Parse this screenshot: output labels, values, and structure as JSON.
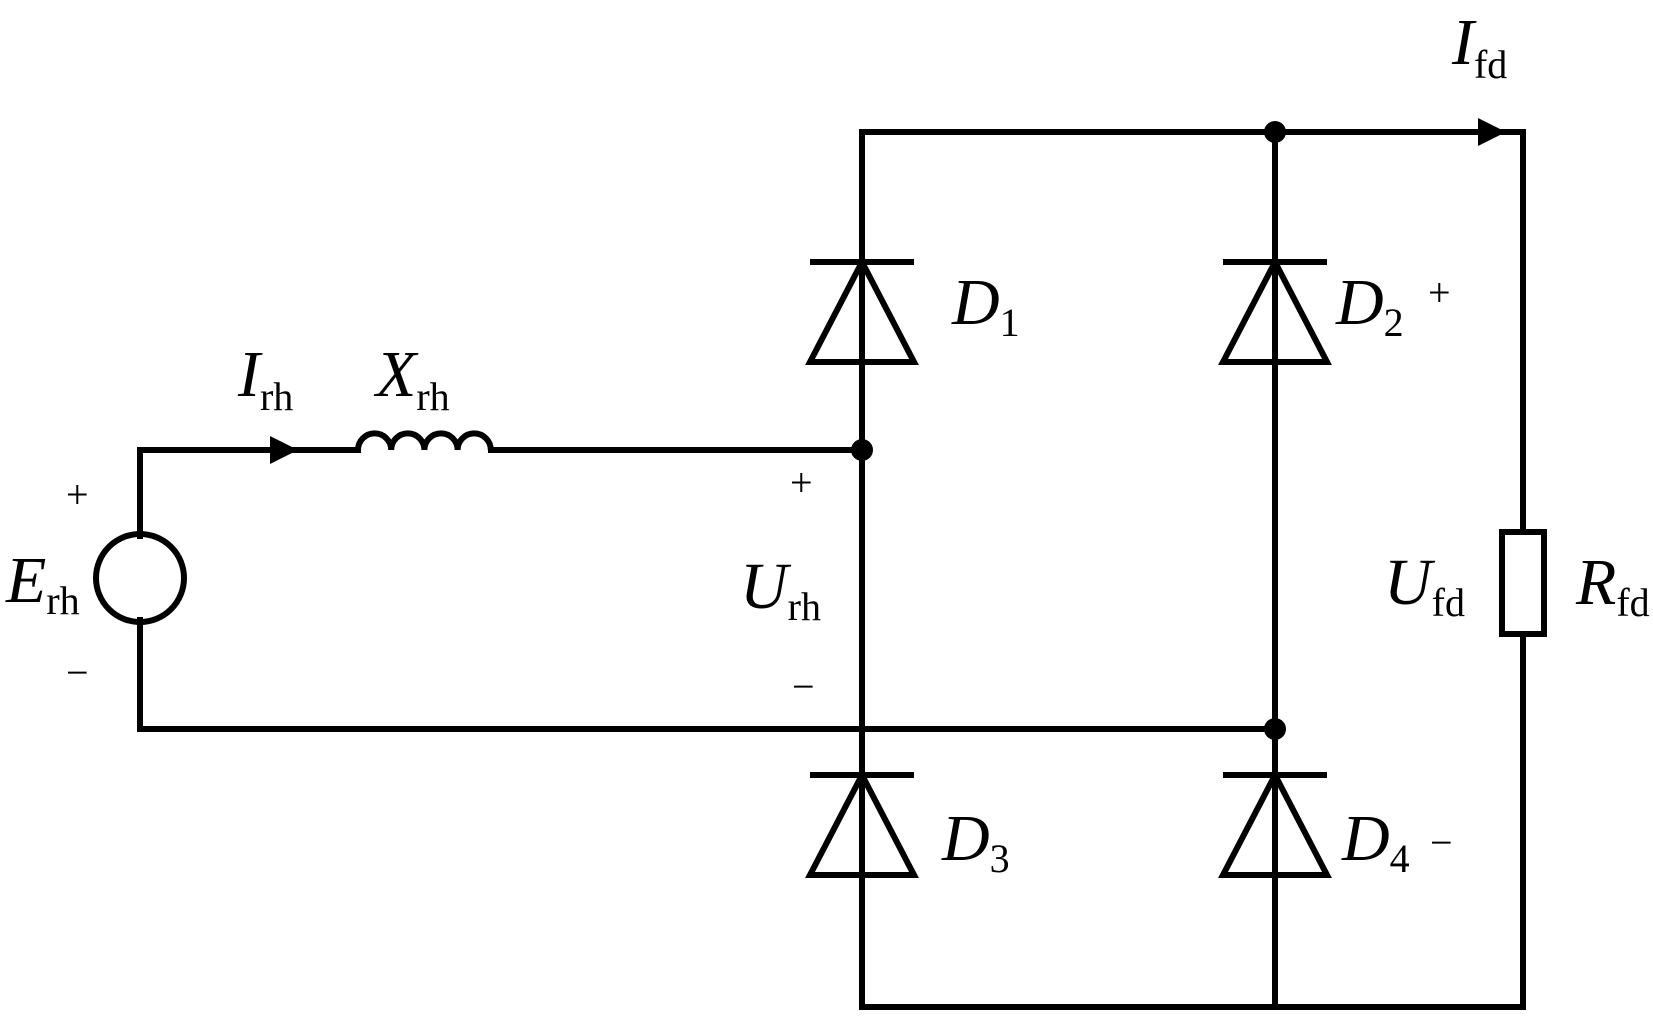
{
  "labels": {
    "source": {
      "main": "E",
      "sub": "rh"
    },
    "source_current": {
      "main": "I",
      "sub": "rh"
    },
    "reactance": {
      "main": "X",
      "sub": "rh"
    },
    "rectifier_input_voltage": {
      "main": "U",
      "sub": "rh"
    },
    "output_current": {
      "main": "I",
      "sub": "fd"
    },
    "output_voltage": {
      "main": "U",
      "sub": "fd"
    },
    "load_resistance": {
      "main": "R",
      "sub": "fd"
    },
    "diode_1": {
      "main": "D",
      "sub": "1"
    },
    "diode_2": {
      "main": "D",
      "sub": "2"
    },
    "diode_3": {
      "main": "D",
      "sub": "3"
    },
    "diode_4": {
      "main": "D",
      "sub": "4"
    }
  },
  "polarity": {
    "source_plus": "+",
    "source_minus": "−",
    "urh_plus": "+",
    "urh_minus": "−",
    "ufd_plus": "+",
    "ufd_minus": "−"
  }
}
